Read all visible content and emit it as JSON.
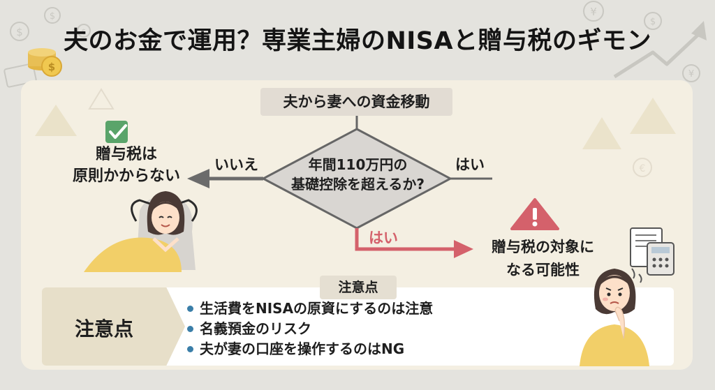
{
  "title": "夫のお金で運用？専業主婦のNISAと贈与税のギモン",
  "flow": {
    "start": "夫から妻への資金移動",
    "decision_line1": "年間110万円の",
    "decision_line2": "基礎控除を超えるか?",
    "no_label": "いいえ",
    "yes_label_right": "はい",
    "yes_label_down": "はい",
    "no_result_line1": "贈与税は",
    "no_result_line2": "原則かからない",
    "yes_result_line1": "贈与税の対象に",
    "yes_result_line2": "なる可能性"
  },
  "notes": {
    "tab": "注意点",
    "head": "注意点",
    "items": [
      "生活費をNISAの原資にするのは注意",
      "名義預金のリスク",
      "夫が妻の口座を操作するのはNG"
    ]
  },
  "colors": {
    "background": "#e4e3de",
    "panel": "#f4efe2",
    "no_arrow": "#6b6b6b",
    "yes_arrow": "#d4616b",
    "warning": "#d4616b",
    "check": "#5aa46a",
    "bullet": "#3a7ea8"
  },
  "icons": [
    "dollar-coin-icon",
    "yen-coin-icon",
    "euro-coin-icon",
    "warning-icon",
    "check-icon",
    "trend-arrow-icon",
    "calculator-icon",
    "document-icon"
  ]
}
